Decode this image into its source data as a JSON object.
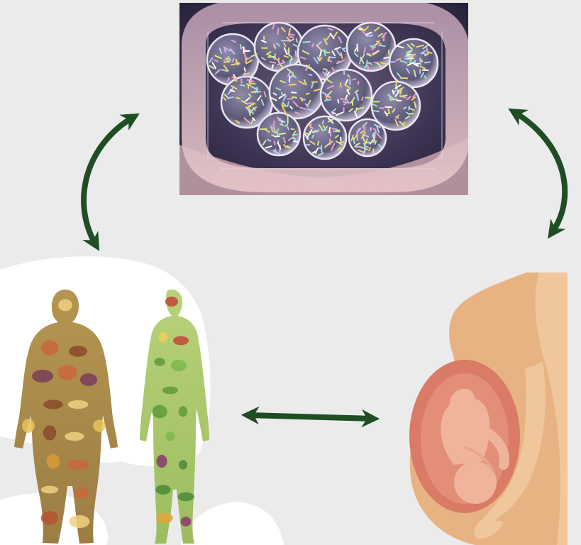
{
  "diagram": {
    "nodes": [
      {
        "id": "gut_microbiome",
        "image": "intestines-with-bacteria"
      },
      {
        "id": "diet_body",
        "image": "two-human-silhouettes-filled-with-food"
      },
      {
        "id": "pregnancy",
        "image": "pregnant-woman-with-fetus"
      }
    ],
    "edges": [
      {
        "from": "gut_microbiome",
        "to": "diet_body",
        "style": "bidirectional"
      },
      {
        "from": "gut_microbiome",
        "to": "pregnancy",
        "style": "bidirectional"
      },
      {
        "from": "diet_body",
        "to": "pregnancy",
        "style": "bidirectional"
      }
    ]
  },
  "colors": {
    "background": "#ebebeb",
    "arrow": "#1f4d24",
    "cloud": "#ffffff",
    "gut_dark": "#2a2540",
    "gut_wall": "#c9a9b5",
    "unhealthy_body": "#a8894a",
    "healthy_body": "#a8c46a",
    "skin": "#e8b382",
    "skin_light": "#f0c79c",
    "uterus": "#d97b66",
    "fetus": "#f0b49a"
  }
}
